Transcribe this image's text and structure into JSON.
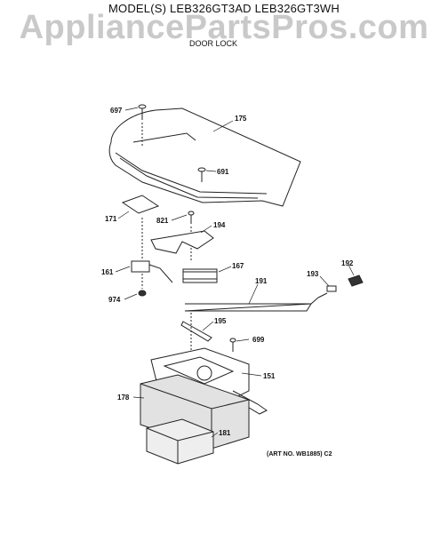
{
  "header": {
    "model_line": "MODEL(S) LEB326GT3AD  LEB326GT3WH",
    "watermark": "AppliancePartsPros.com",
    "section_title": "DOOR LOCK"
  },
  "parts": [
    {
      "id": "p697",
      "label": "697"
    },
    {
      "id": "p175",
      "label": "175"
    },
    {
      "id": "p691",
      "label": "691"
    },
    {
      "id": "p171",
      "label": "171"
    },
    {
      "id": "p821",
      "label": "821"
    },
    {
      "id": "p194",
      "label": "194"
    },
    {
      "id": "p161",
      "label": "161"
    },
    {
      "id": "p167",
      "label": "167"
    },
    {
      "id": "p192",
      "label": "192"
    },
    {
      "id": "p193",
      "label": "193"
    },
    {
      "id": "p191",
      "label": "191"
    },
    {
      "id": "p974",
      "label": "974"
    },
    {
      "id": "p195",
      "label": "195"
    },
    {
      "id": "p699",
      "label": "699"
    },
    {
      "id": "p151",
      "label": "151"
    },
    {
      "id": "p178",
      "label": "178"
    },
    {
      "id": "p181",
      "label": "181"
    }
  ],
  "footer": {
    "art_no": "(ART NO. WB1885) C2"
  }
}
